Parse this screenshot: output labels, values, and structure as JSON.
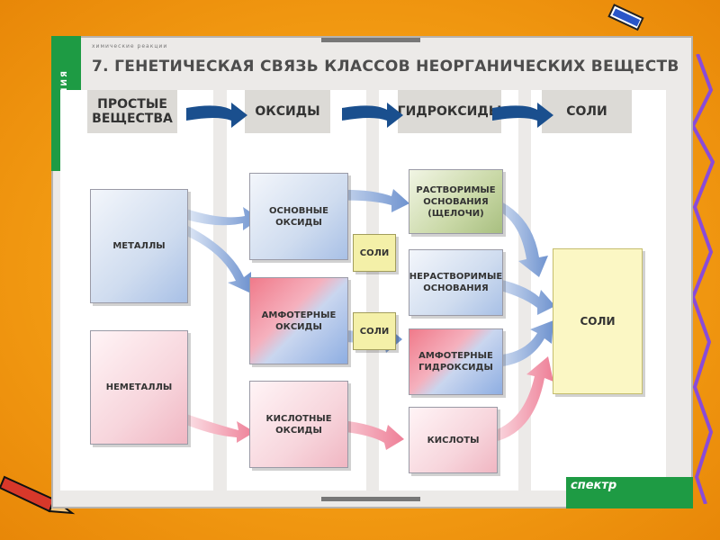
{
  "poster": {
    "subject_vertical": "ХИМИЯ",
    "subheader": "химические реакции",
    "title": "7. ГЕНЕТИЧЕСКАЯ СВЯЗЬ КЛАССОВ НЕОРГАНИЧЕСКИХ ВЕЩЕСТВ",
    "logo": "спектр"
  },
  "columns": [
    {
      "label": "ПРОСТЫЕ ВЕЩЕСТВА"
    },
    {
      "label": "ОКСИДЫ"
    },
    {
      "label": "ГИДРОКСИДЫ"
    },
    {
      "label": "СОЛИ"
    }
  ],
  "boxes": {
    "metals": "МЕТАЛЛЫ",
    "nonmetals": "НЕМЕТАЛЛЫ",
    "basic_oxides": "ОСНОВНЫЕ ОКСИДЫ",
    "amphoteric_oxides": "АМФОТЕРНЫЕ ОКСИДЫ",
    "acidic_oxides": "КИСЛОТНЫЕ ОКСИДЫ",
    "soluble_bases": "РАСТВОРИМЫЕ ОСНОВАНИЯ (ЩЕЛОЧИ)",
    "insoluble_bases": "НЕРАСТВОРИМЫЕ ОСНОВАНИЯ",
    "amphoteric_hydroxides": "АМФОТЕРНЫЕ ГИДРОКСИДЫ",
    "acids": "КИСЛОТЫ",
    "salts_small_1": "СОЛИ",
    "salts_small_2": "СОЛИ",
    "salts_big": "СОЛИ"
  },
  "colors": {
    "background": "#f29a12",
    "brand_green": "#1e9b44",
    "blue_arrow": "#6f93cf",
    "pink_arrow": "#ee7f97"
  }
}
